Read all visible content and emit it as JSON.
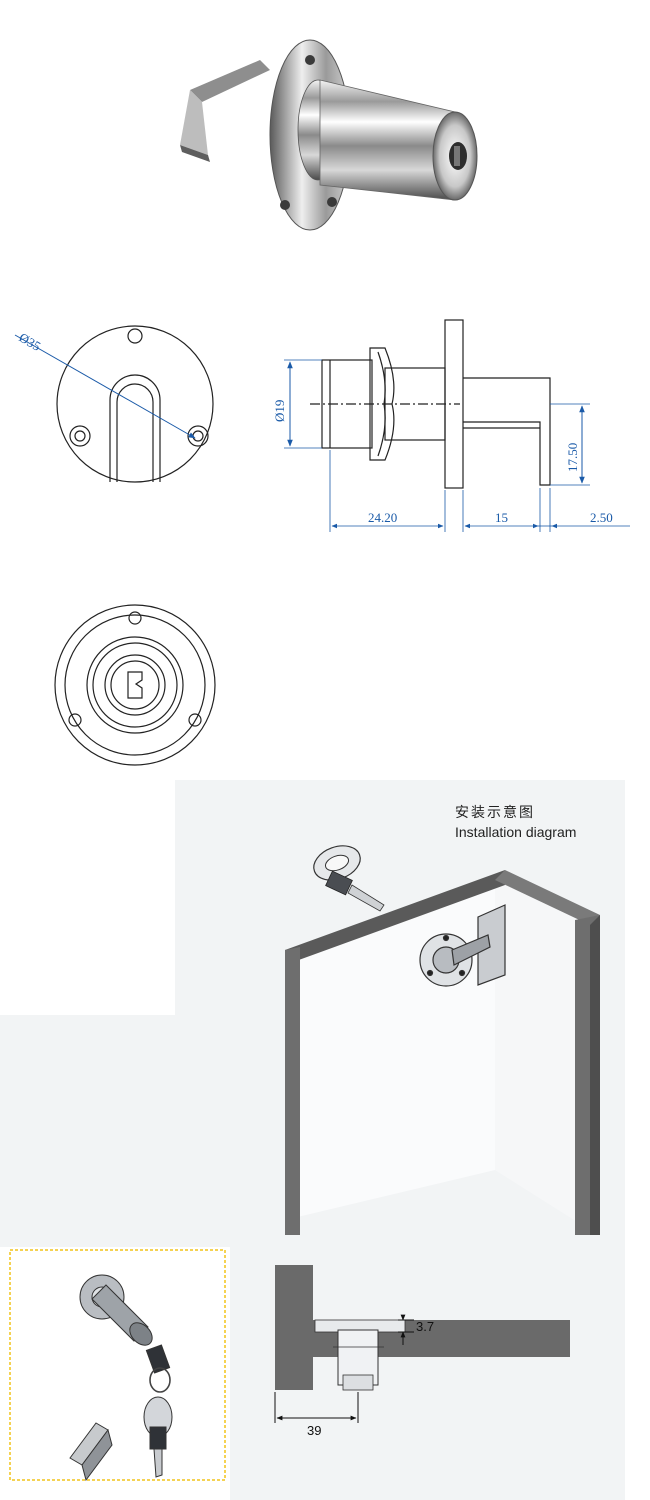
{
  "drawing": {
    "dimensions": {
      "flange_diameter": "35",
      "body_diameter": "19",
      "body_length": "24.20",
      "cam_offset": "15",
      "cam_thickness": "2.50",
      "cam_height": "17.50"
    },
    "diameter_symbol": "Ø"
  },
  "installation": {
    "title_cn": "安装示意图",
    "title_en": "Installation diagram",
    "measure_gap": "3.7",
    "measure_offset": "39"
  },
  "colors": {
    "dimension": "#1a5aa8",
    "board": "#6a6a6a",
    "highlight_frame": "#f2c318"
  }
}
